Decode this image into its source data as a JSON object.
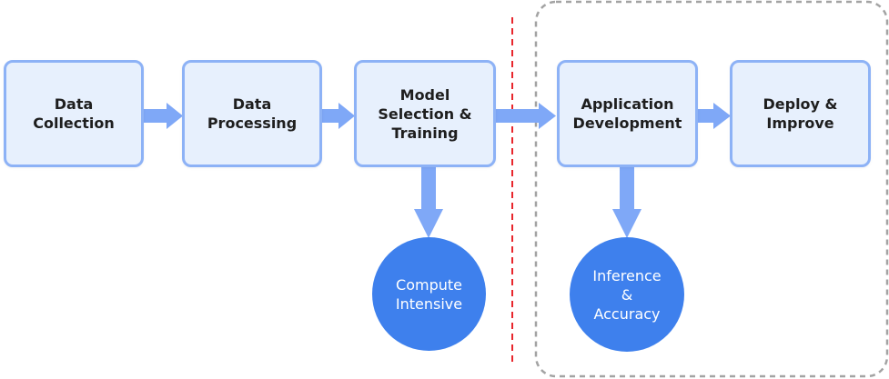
{
  "colors": {
    "box_fill": "#e7f0fd",
    "box_border": "#8db2f6",
    "arrow": "#7fa8f7",
    "circle_fill": "#3e80ed",
    "divider": "#e8262c",
    "group_border": "#a3a3a3"
  },
  "steps": [
    {
      "label": "Data\nCollection"
    },
    {
      "label": "Data\nProcessing"
    },
    {
      "label": "Model\nSelection &\nTraining"
    },
    {
      "label": "Application\nDevelopment"
    },
    {
      "label": "Deploy &\nImprove"
    }
  ],
  "outcomes": [
    {
      "label": "Compute\nIntensive"
    },
    {
      "label": "Inference\n&\nAccuracy"
    }
  ]
}
